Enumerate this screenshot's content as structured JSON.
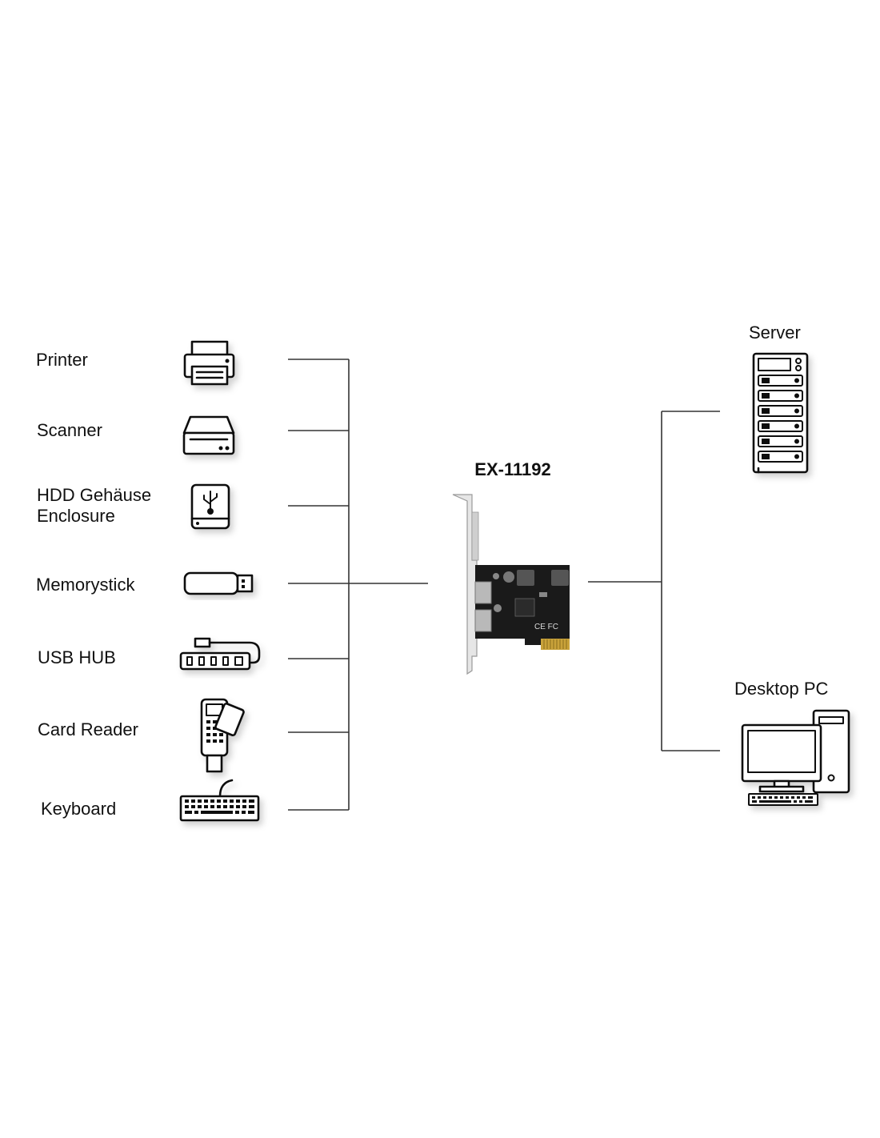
{
  "card": {
    "title": "EX-11192",
    "mark_ce_fc": "CE FC"
  },
  "devices": [
    {
      "label": "Printer",
      "icon": "printer-icon"
    },
    {
      "label": "Scanner",
      "icon": "scanner-icon"
    },
    {
      "label_line1": "HDD Gehäuse",
      "label_line2": "Enclosure",
      "icon": "usb-drive-icon"
    },
    {
      "label": "Memorystick",
      "icon": "memorystick-icon"
    },
    {
      "label": "USB HUB",
      "icon": "usb-hub-icon"
    },
    {
      "label": "Card Reader",
      "icon": "card-reader-icon"
    },
    {
      "label": "Keyboard",
      "icon": "keyboard-icon"
    }
  ],
  "hosts": [
    {
      "label": "Server",
      "icon": "server-icon"
    },
    {
      "label": "Desktop PC",
      "icon": "desktop-pc-icon"
    }
  ]
}
